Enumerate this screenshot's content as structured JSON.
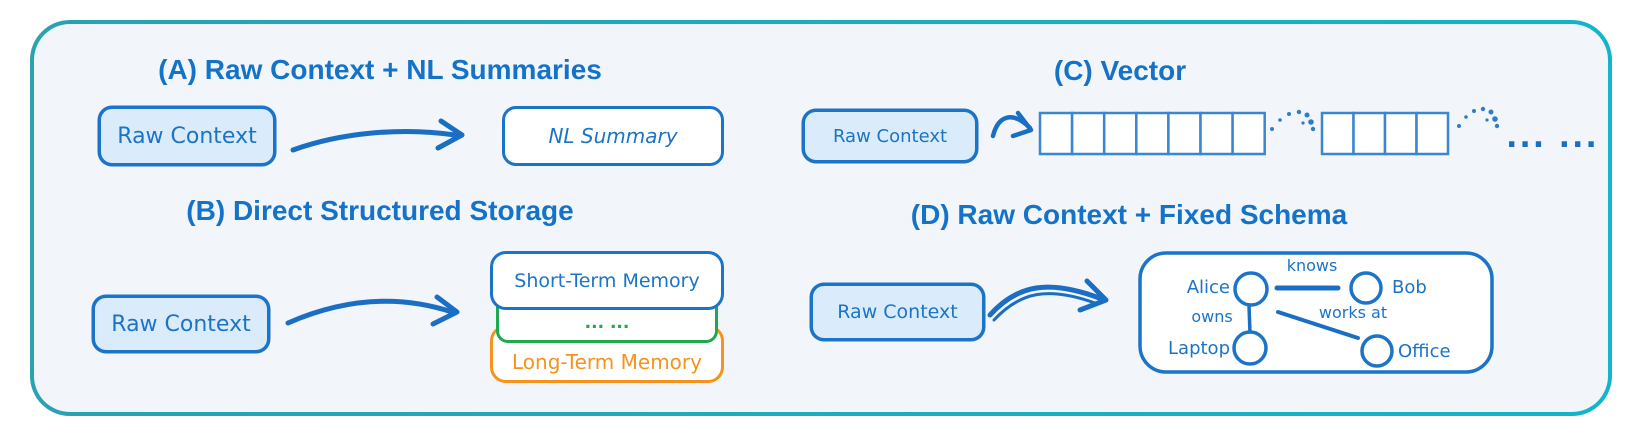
{
  "colors": {
    "accent_blue": "#1b74c7",
    "light_blue_fill": "#daecfb",
    "green": "#1fa84d",
    "orange": "#f5931d",
    "frame_border_start": "#29a2b2",
    "frame_border_end": "#12b5c9",
    "frame_background": "#f2f5f9"
  },
  "sections": {
    "a": {
      "title": "(A) Raw Context + NL Summaries",
      "raw_context": "Raw Context",
      "nl_summary": "NL Summary"
    },
    "b": {
      "title": "(B) Direct Structured Storage",
      "raw_context": "Raw Context",
      "stack": {
        "short_term": "Short-Term Memory",
        "ellipsis": "... ...",
        "long_term": "Long-Term Memory"
      }
    },
    "c": {
      "title": "(C) Vector",
      "raw_context": "Raw Context",
      "vector": {
        "cell_groups": [
          7,
          4
        ],
        "ellipsis": "... ..."
      }
    },
    "d": {
      "title": "(D) Raw Context + Fixed Schema",
      "raw_context": "Raw Context",
      "graph": {
        "nodes": [
          {
            "label": "Alice"
          },
          {
            "label": "Bob"
          },
          {
            "label": "Laptop"
          },
          {
            "label": "Office"
          }
        ],
        "edges": [
          {
            "label": "knows",
            "from": "Alice",
            "to": "Bob"
          },
          {
            "label": "owns",
            "from": "Alice",
            "to": "Laptop"
          },
          {
            "label": "works at",
            "from": "Alice",
            "to": "Office"
          }
        ]
      }
    }
  }
}
